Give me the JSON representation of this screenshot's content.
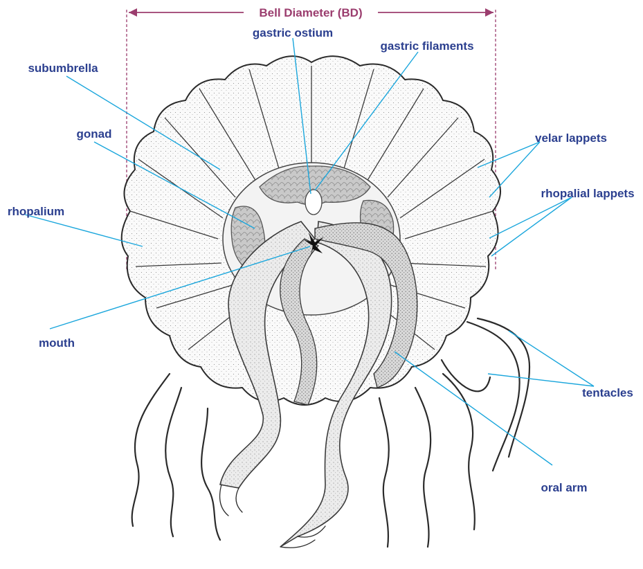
{
  "bell_diameter": {
    "label": "Bell Diameter (BD)"
  },
  "labels": {
    "gastric_ostium": "gastric ostium",
    "gastric_filaments": "gastric filaments",
    "subumbrella": "subumbrella",
    "gonad": "gonad",
    "velar_lappets": "velar lappets",
    "rhopalium": "rhopalium",
    "rhopalial_lappets": "rhopalial lappets",
    "mouth": "mouth",
    "tentacles": "tentacles",
    "oral_arm": "oral arm"
  },
  "colors": {
    "label_text": "#2b3f8f",
    "leader_line": "#1aa6dc",
    "bell_diameter": "#9b3d6e",
    "ink": "#2a2a2a"
  }
}
